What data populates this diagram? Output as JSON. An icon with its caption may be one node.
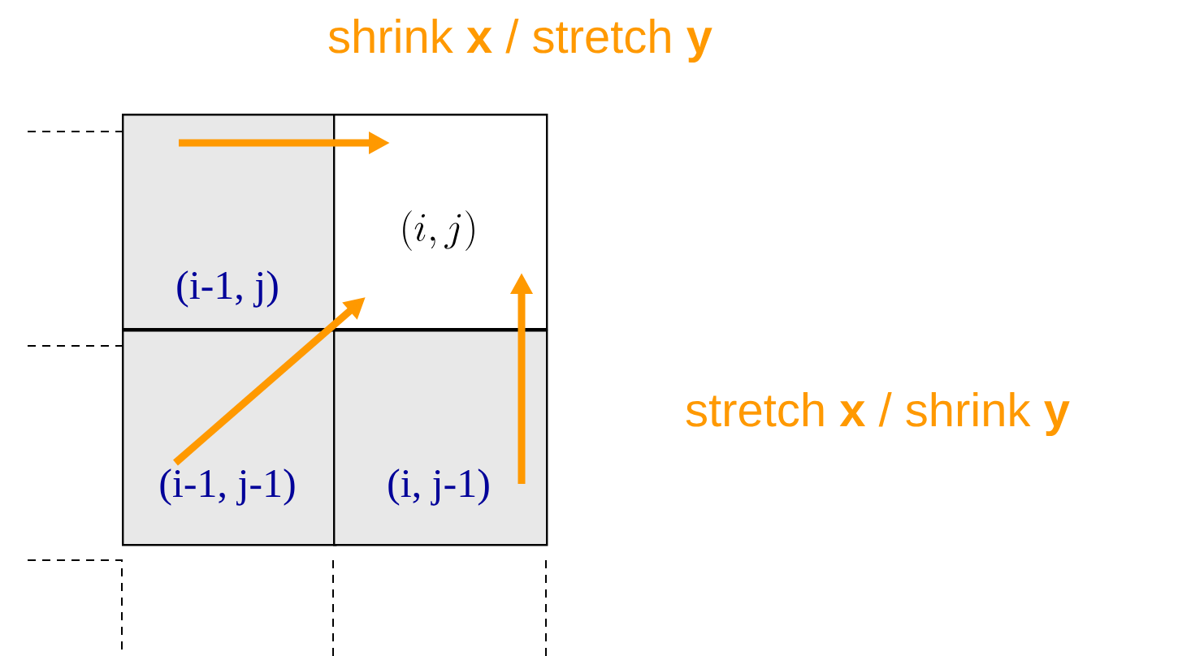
{
  "diagram": {
    "nodes": [
      {
        "text": [
          "(i-1, j)"
        ]
      },
      {
        "text": [
          "(i, j)"
        ]
      },
      {
        "text": [
          "(i-1, j-1)"
        ]
      },
      {
        "text": [
          "(i, j-1)"
        ]
      }
    ],
    "edges": [
      {
        "from": 0,
        "to": 1,
        "arrow": "to",
        "label": "shrink **x** / stretch **y**"
      },
      {
        "from": 2,
        "to": 1,
        "arrow": "to"
      },
      {
        "from": 3,
        "to": 1,
        "arrow": "to",
        "label": "stretch **x** / shrink **y**"
      }
    ]
  }
}
